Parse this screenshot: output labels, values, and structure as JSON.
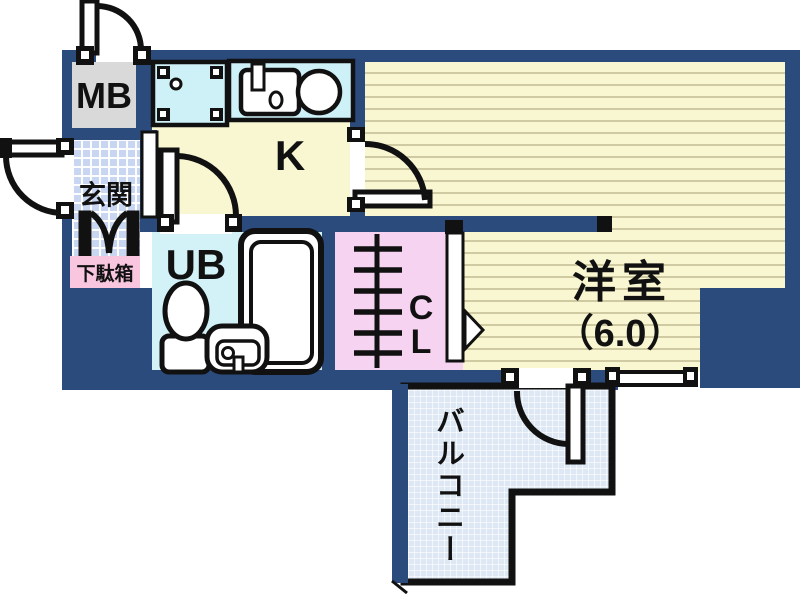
{
  "floorplan": {
    "labels": {
      "meter_box": "MB",
      "entrance": "玄関",
      "shoe_cabinet": "下駄箱",
      "kitchen": "K",
      "unit_bath": "UB",
      "closet_line1": "C",
      "closet_line2": "L",
      "main_room": "洋室",
      "main_room_size": "（6.0）",
      "balcony": "バルコニー"
    },
    "colors": {
      "wall": "#2a4b7c",
      "room_floor": "#f9f6d2",
      "floor_stripe": "#cfcaa2",
      "unit_bath": "#d2f2f7",
      "closet": "#f6d3f0",
      "shoe_cabinet_bg": "#f9c6e0",
      "entrance_tile": "#c8d6f2",
      "balcony": "#dde8f4",
      "meter_box_bg": "#d9d9d9",
      "line": "#111111",
      "text": "#111111"
    }
  }
}
